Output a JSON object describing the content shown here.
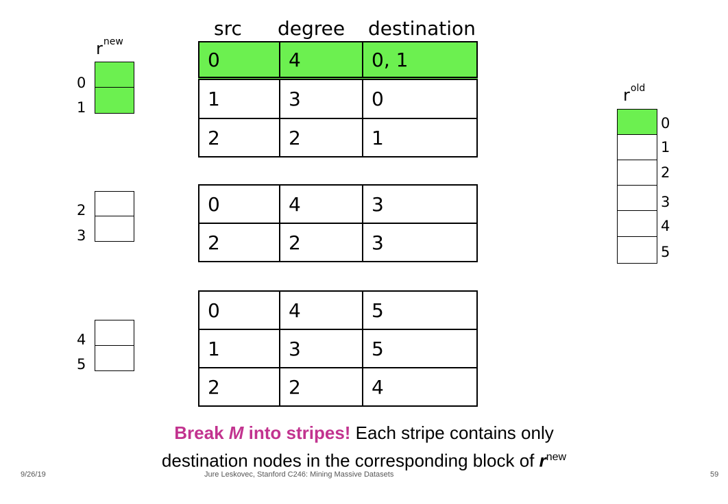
{
  "headers": {
    "src": "src",
    "degree": "degree",
    "destination": "destination"
  },
  "stripes": [
    {
      "rows": [
        {
          "src": "0",
          "degree": "4",
          "destination": "0, 1"
        },
        {
          "src": "1",
          "degree": "3",
          "destination": "0"
        },
        {
          "src": "2",
          "degree": "2",
          "destination": "1"
        }
      ]
    },
    {
      "rows": [
        {
          "src": "0",
          "degree": "4",
          "destination": "3"
        },
        {
          "src": "2",
          "degree": "2",
          "destination": "3"
        }
      ]
    },
    {
      "rows": [
        {
          "src": "0",
          "degree": "4",
          "destination": "5"
        },
        {
          "src": "1",
          "degree": "3",
          "destination": "5"
        },
        {
          "src": "2",
          "degree": "2",
          "destination": "4"
        }
      ]
    }
  ],
  "r_new": {
    "label": "r",
    "sup": "new",
    "indices": [
      "0",
      "1",
      "2",
      "3",
      "4",
      "5"
    ]
  },
  "r_old": {
    "label": "r",
    "sup": "old",
    "indices": [
      "0",
      "1",
      "2",
      "3",
      "4",
      "5"
    ]
  },
  "caption": {
    "bold_part1": "Break ",
    "bold_italic": "M",
    "bold_part2": " into stripes!",
    "rest_line1": " Each stripe contains only",
    "line2": "destination nodes in the corresponding block of ",
    "line2_r": "r",
    "line2_sup": "new"
  },
  "footer": {
    "date": "9/26/19",
    "credit": "Jure Leskovec, Stanford C246: Mining Massive Datasets",
    "page": "59"
  },
  "colors": {
    "highlight": "#6cf050",
    "accent": "#c2338f"
  }
}
